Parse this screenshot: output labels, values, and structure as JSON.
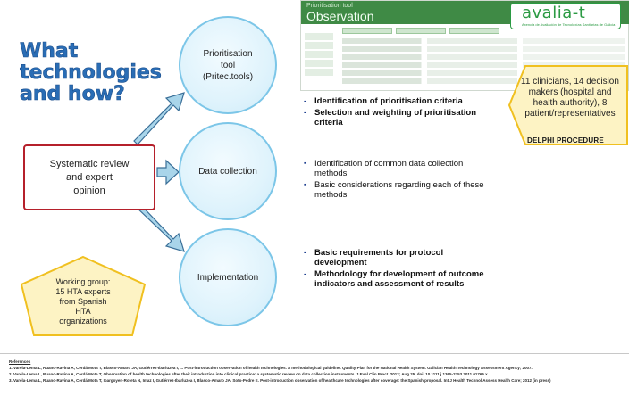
{
  "title": "What technologies and how?",
  "circles": {
    "prioritisation": "Prioritisation\ntool\n(Pritec.tools)",
    "data_collection": "Data collection",
    "implementation": "Implementation"
  },
  "systematic_review": "Systematic review\nand expert\nopinion",
  "working_group": "Working group:\n15 HTA experts\nfrom Spanish\nHTA\norganizations",
  "screenshot": {
    "top_text": "Prioritisation tool",
    "title": "Observation",
    "logo": "avalia-t",
    "logo_sub": "Axencia de Avaliación de Tecnoloxías Sanitarias de Galicia"
  },
  "stakeholders": "11 clinicians,  14 decision\nmakers (hospital and\nhealth authority), 8\npatient/representatives",
  "delphi": "DELPHI PROCEDURE",
  "bullets_prioritisation": [
    "Identification of prioritisation criteria",
    "Selection and weighting of prioritisation criteria"
  ],
  "bullets_data": [
    "Identification of common data collection methods",
    "Basic considerations regarding each of these methods"
  ],
  "bullets_implementation": [
    "Basic requirements for protocol development",
    "Methodology for  development of outcome indicators and assessment of results"
  ],
  "colors": {
    "title": "#2a6db5",
    "circle_border": "#7cc6e8",
    "box_border": "#b5202b",
    "pentagon_fill": "#fdf3c4",
    "pentagon_border": "#f0c020",
    "arrow_fill": "#a9d5ea",
    "arrow_border": "#3a6f98",
    "header_green": "#3f8a45"
  },
  "references": {
    "heading": "References",
    "items": [
      "1. Varela-Lema L, Ruano-Ravina A, Cerdá Mota T, Blasco-Amaro JA, Gutiérrez-Ibarluzea I, ... Post-introduction observation of health technologies. A methodological guideline. Quality Plan for the National Health System. Galician Health Technology Assessment Agency; 2007.",
      "2. Varela-Lema L, Ruano-Ravina A, Cerdá Mota T, Observation of health technologies after their introduction into clinical practice: a systematic review on data collection instruments. J Eval Clin Pract. 2012; Aug 25. doi: 10.1111/j.1365-2753.2011.01765.x.",
      "3. Varela-Lema L, Ruano-Ravina A, Cerdá Mota T, Ibargoyen-Roteta N, Imaz I, Gutiérrez-Ibarluzea I, Blasco-Amaro JA, Soto-Pedre E. Post-introduction observation of healthcare technologies after coverage: the Spanish proposal. Int J Health Technol Assess Health Care; 2012 (in press)"
    ]
  }
}
